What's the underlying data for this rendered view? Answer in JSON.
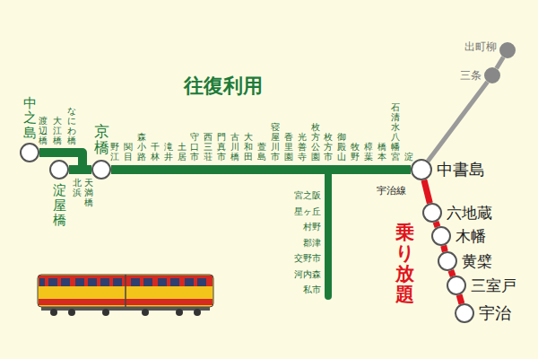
{
  "diagram": {
    "nodes": [
      {
        "text": [
          "中之島"
        ]
      },
      {
        "text": [
          "淀屋橋"
        ]
      },
      {
        "text": [
          "京橋"
        ]
      },
      {
        "text": [
          "中書島"
        ]
      },
      {
        "text": [
          "六地蔵"
        ]
      },
      {
        "text": [
          "木幡"
        ]
      },
      {
        "text": [
          "黄檗"
        ]
      },
      {
        "text": [
          "三室戸"
        ]
      },
      {
        "text": [
          "宇治"
        ]
      },
      {
        "text": [
          "三条"
        ]
      },
      {
        "text": [
          "出町柳"
        ]
      }
    ],
    "edges": [
      {
        "from": 0,
        "to": 2,
        "arrow": "none"
      },
      {
        "from": 1,
        "to": 2,
        "arrow": "none"
      },
      {
        "from": 2,
        "to": 3,
        "arrow": "none"
      },
      {
        "from": 3,
        "to": 4,
        "arrow": "none"
      },
      {
        "from": 4,
        "to": 5,
        "arrow": "none"
      },
      {
        "from": 5,
        "to": 6,
        "arrow": "none"
      },
      {
        "from": 6,
        "to": 7,
        "arrow": "none"
      },
      {
        "from": 7,
        "to": 8,
        "arrow": "none"
      },
      {
        "from": 3,
        "to": 9,
        "arrow": "none"
      },
      {
        "from": 9,
        "to": 10,
        "arrow": "none"
      }
    ],
    "labels": [
      "往復利用",
      "乗り放題",
      "宇治線",
      "渡辺橋",
      "大江橋",
      "なにわ橋",
      "北浜",
      "天満橋",
      "野江",
      "関目",
      "森小路",
      "千林",
      "滝井",
      "土居",
      "守口市",
      "西三荘",
      "門真市",
      "古川橋",
      "大和田",
      "萱島",
      "寝屋川市",
      "香里園",
      "光善寺",
      "枚方公園",
      "枚方市",
      "御殿山",
      "牧野",
      "樟葉",
      "橋本",
      "石清水八幡宮",
      "淀",
      "宮之阪",
      "星ヶ丘",
      "村野",
      "郡津",
      "交野市",
      "河内森",
      "私市"
    ]
  }
}
